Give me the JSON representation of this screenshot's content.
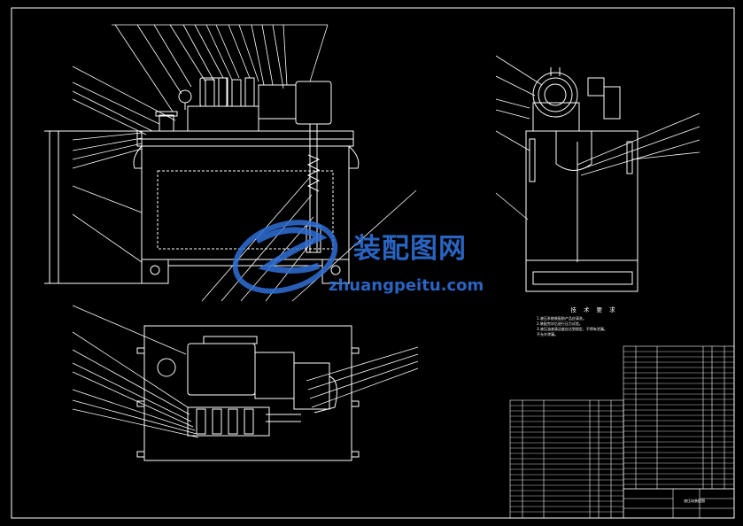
{
  "technical_requirements": {
    "title": "技 术 要 求",
    "lines": [
      "1.液压系统装配前产品应清洗。",
      "2.装配完毕后进行压力试验。",
      "3.液压油液清洁度应达到规定，不得有泄漏。",
      "不允许渗漏。"
    ]
  },
  "watermark": {
    "name": "装配图网",
    "url": "zhuangpeitu.com"
  },
  "title_block": {
    "name": "液压站装配图"
  }
}
